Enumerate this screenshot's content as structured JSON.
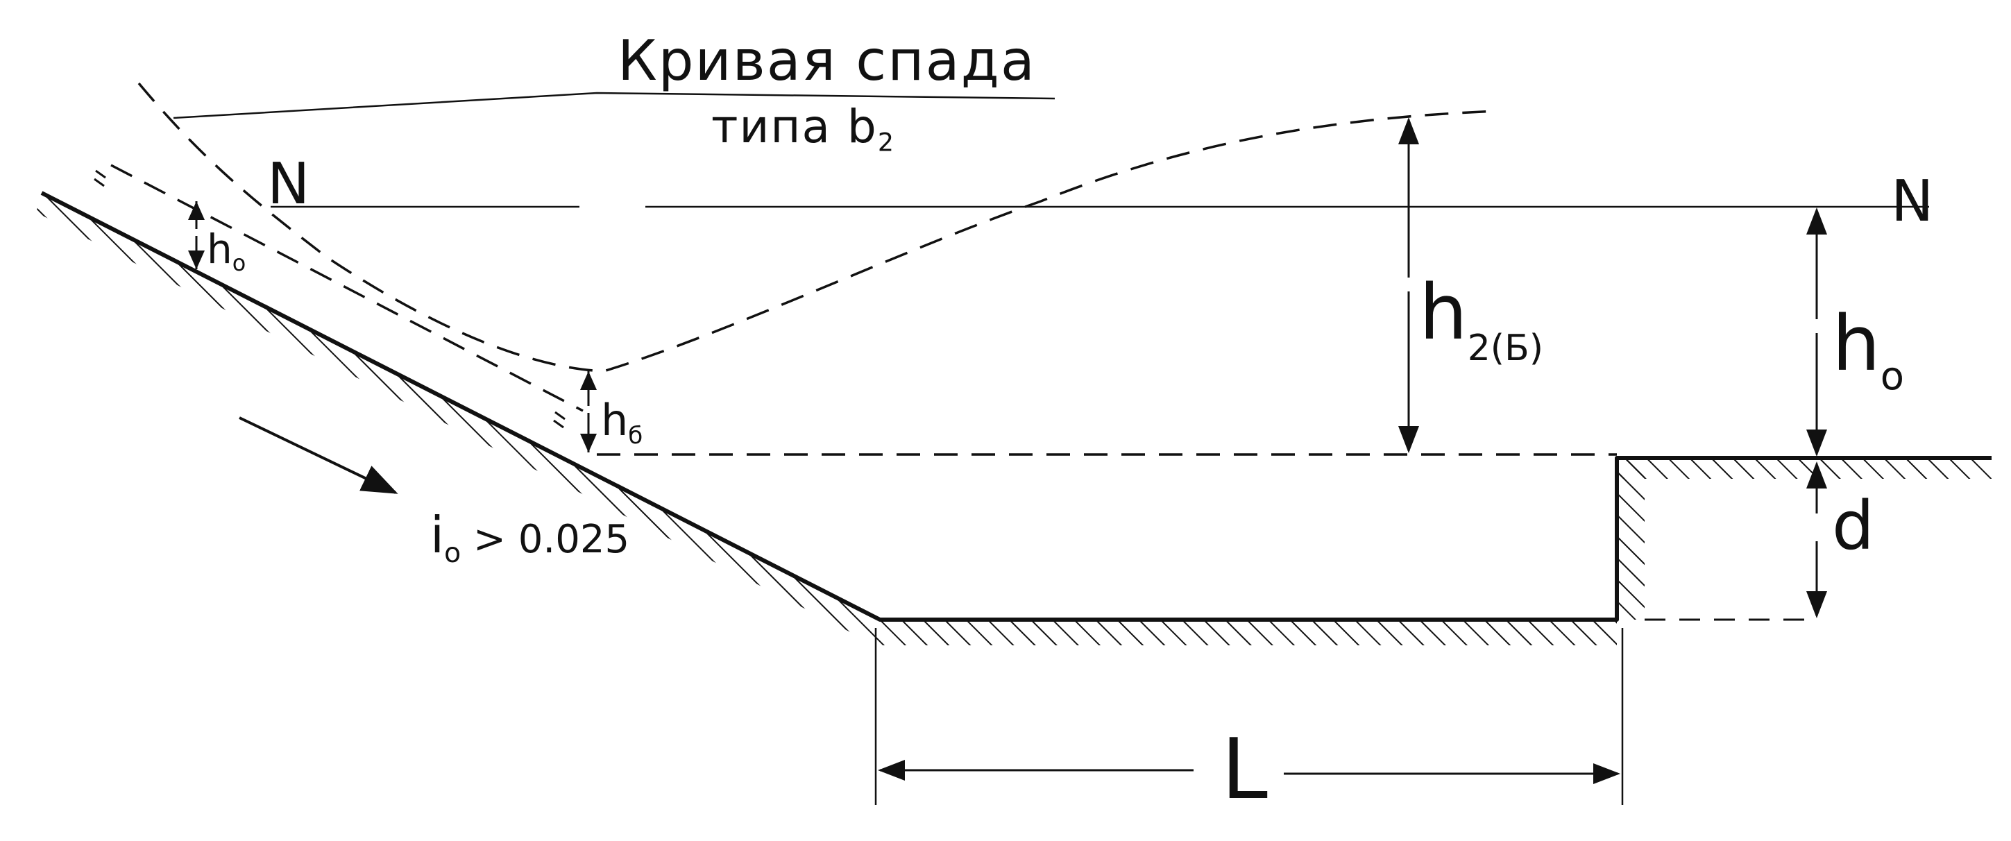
{
  "diagram": {
    "title_line1": "Кривая спада",
    "title_line2": "типа b",
    "title_line2_sub": "2",
    "label_N_left": "N",
    "label_N_right": "N",
    "label_h0_left": "h",
    "label_h0_left_sub": "o",
    "label_hb": "h",
    "label_hb_sub": "б",
    "label_h2": "h",
    "label_h2_sub": "2(Б)",
    "label_h0_right": "h",
    "label_h0_right_sub": "o",
    "label_d": "d",
    "label_L": "L",
    "label_slope": "i",
    "label_slope_sub": "o",
    "label_slope_rest": " > 0.025",
    "ink_color": "#111111"
  }
}
